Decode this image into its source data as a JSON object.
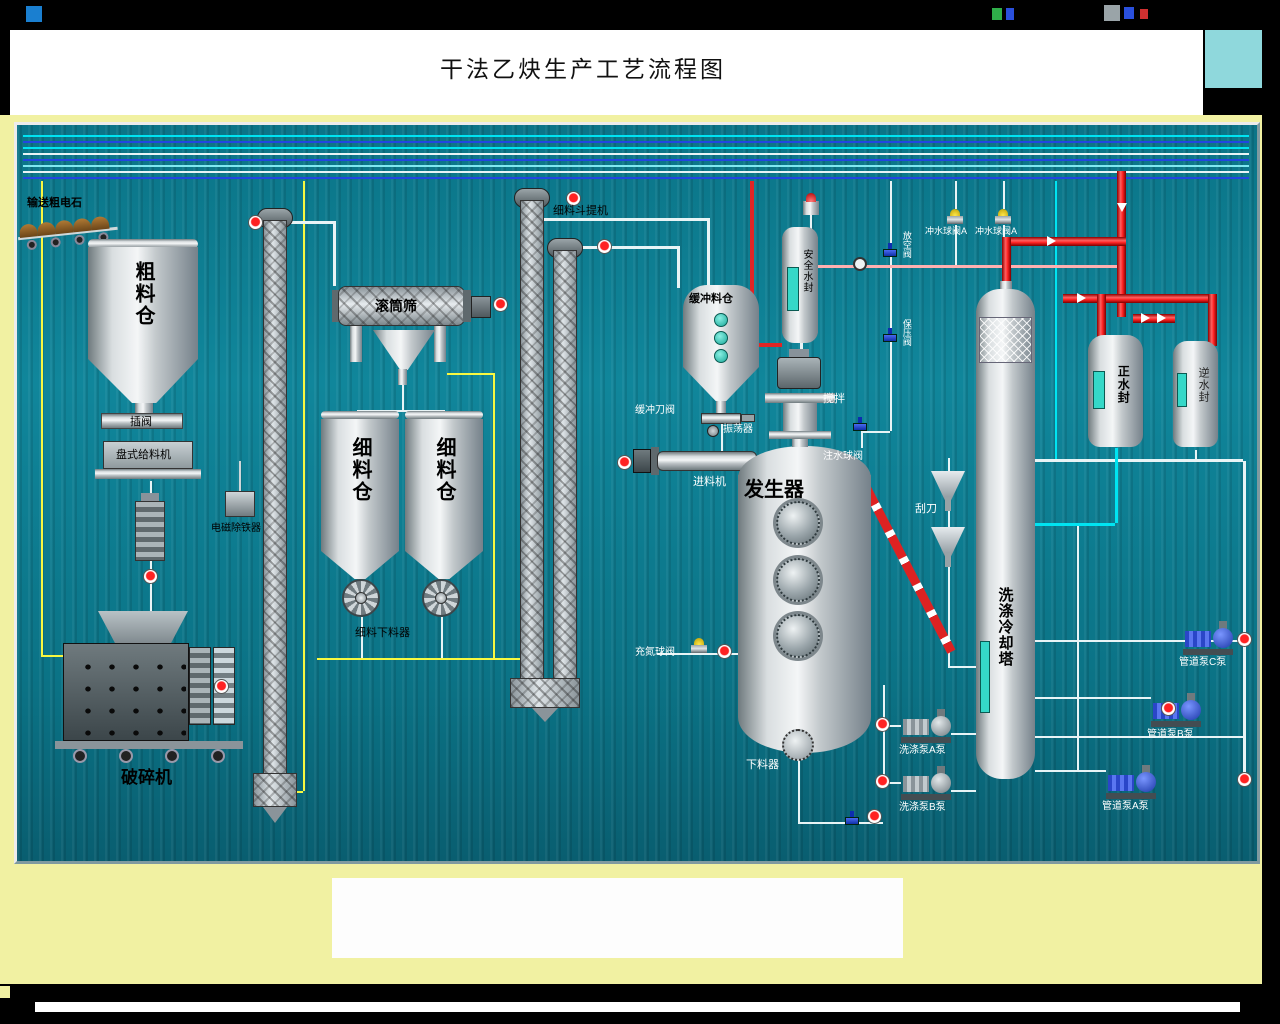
{
  "title": "干法乙炔生产工艺流程图",
  "labels": {
    "conveyor": "输送粗电石",
    "coarse_silo": "粗料仓",
    "slide_valve": "插阀",
    "disc_feeder": "盘式给料机",
    "magnetic_separator": "电磁除铁器",
    "crusher": "破碎机",
    "drum_screen": "滚筒筛",
    "fine_silo": "细料仓",
    "fine_discharger": "细料下料器",
    "bucket_elevator": "细料斗提机",
    "buffer_silo": "缓冲料仓",
    "buffer_knife_valve": "缓冲刀阀",
    "vibrator": "振荡器",
    "feeder": "进料机",
    "generator": "发生器",
    "agitator": "搅拌",
    "safety_water_seal": "安全水封",
    "water_ball_valve": "注水球阀",
    "vent_valve": "放空阀",
    "pressure_valve": "保压阀",
    "nitrogen_ball_valve": "充氮球阀",
    "discharger": "下料器",
    "scraper": "刮刀",
    "washing_tower": "洗涤冷却塔",
    "flush_valve_a": "冲水球阀A",
    "flush_valve_b": "冲水球阀A",
    "positive_water_seal": "正水封",
    "reverse_water_seal": "逆水封",
    "wash_pump_a": "洗涤泵A泵",
    "wash_pump_b": "洗涤泵B泵",
    "pipe_pump_a": "管道泵A泵",
    "pipe_pump_b": "管道泵B泵",
    "pipe_pump_c": "管道泵C泵"
  },
  "colors": {
    "panel_teal": "#0d7f93",
    "background_yellow": "#f1f1a2",
    "pipe_red": "#ff2d2d",
    "pipe_cyan": "#00e4f2",
    "pipe_blue": "#2246e0",
    "pipe_yellow": "#f8f840",
    "pipe_pink": "#ffb0b0",
    "liquid_teal": "#35d8c8"
  }
}
